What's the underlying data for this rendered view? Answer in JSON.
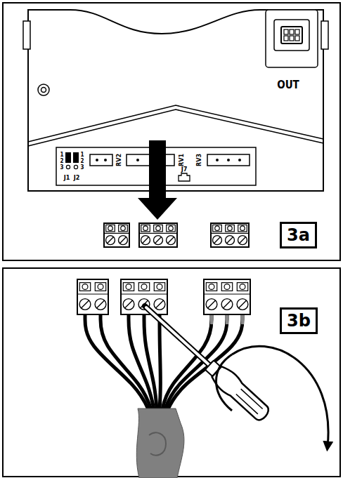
{
  "diagram": {
    "nodes": [
      {
        "text": [
          "3a"
        ]
      },
      {
        "text": [
          "3b"
        ]
      }
    ],
    "labels": [
      "OUT",
      "RV2",
      "RV1",
      "RV3",
      "J7",
      "J1",
      "J2",
      "1",
      "2",
      "3",
      "1",
      "2",
      "3"
    ]
  }
}
